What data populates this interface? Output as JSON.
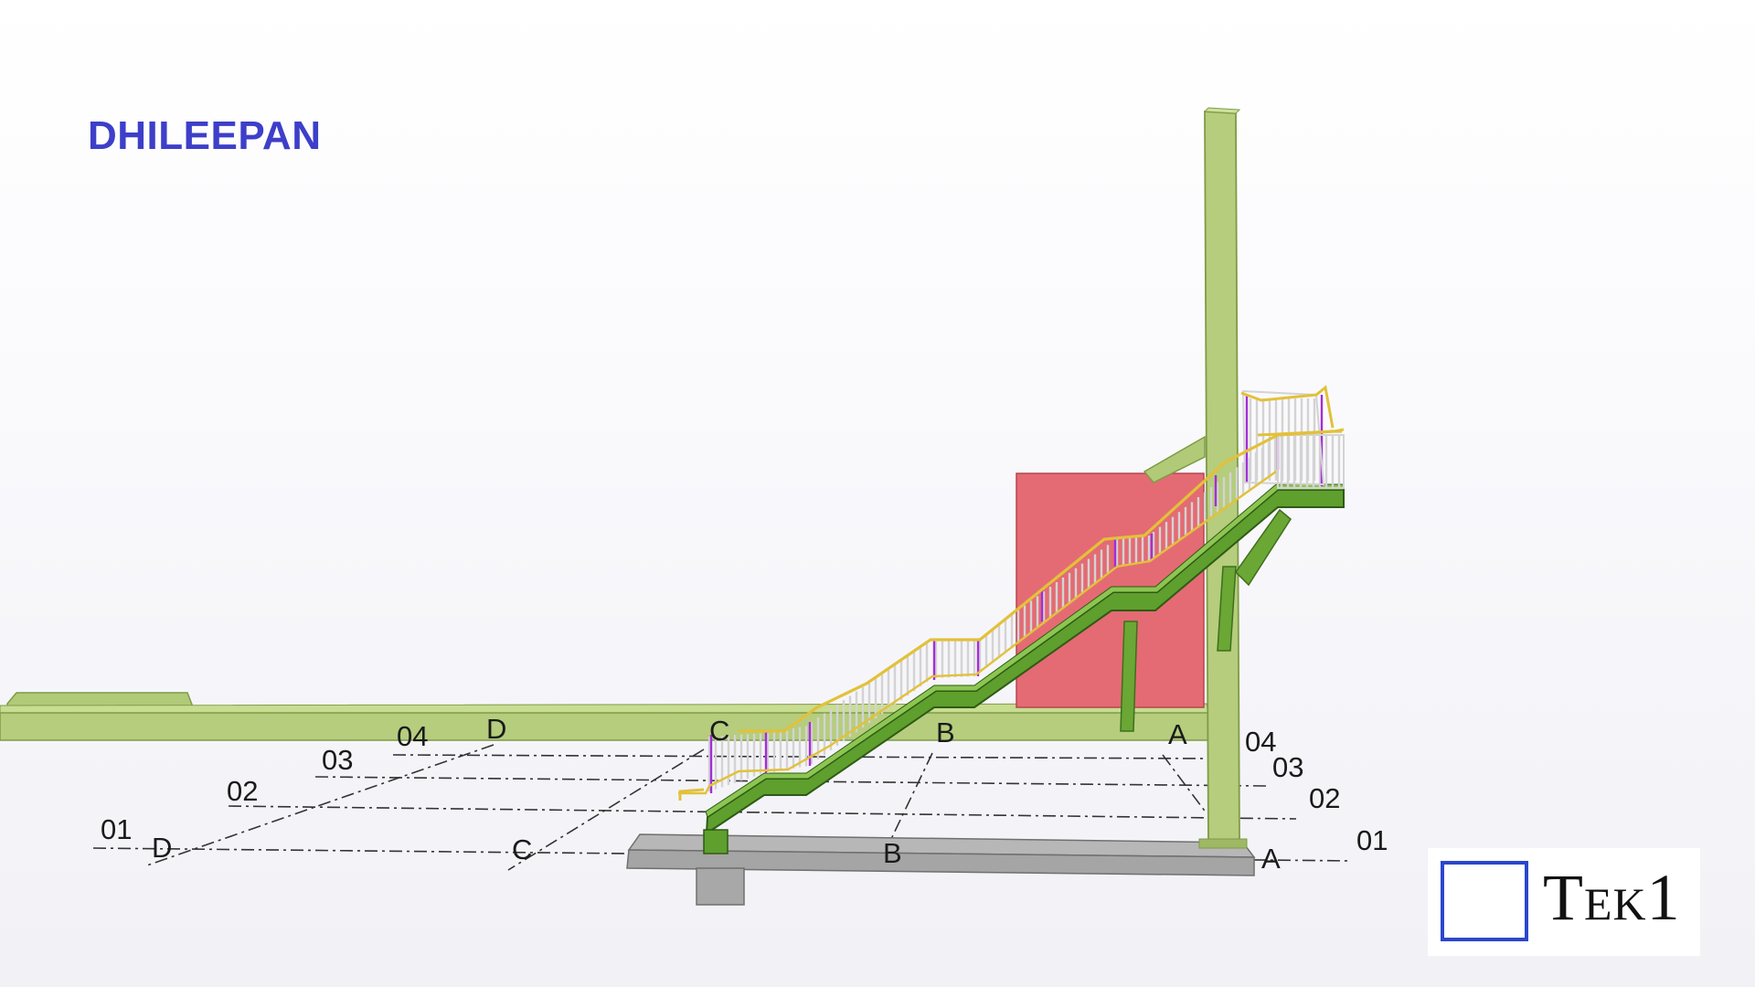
{
  "header": {
    "title": "DHILEEPAN"
  },
  "colors": {
    "title_blue": "#3d3fc9",
    "steel_green": "#b5cd7d",
    "stair_green": "#5e9f2e",
    "handrail_yellow": "#e2c13a",
    "baluster_grey": "#d3d3d3",
    "post_purple": "#a32ed6",
    "panel_red": "#e46b73",
    "concrete_grey": "#a5a5a5",
    "logo_blue": "#2b47cc"
  },
  "grid_labels": {
    "upper": {
      "d": "D",
      "c": "C",
      "b": "B",
      "a": "A"
    },
    "lower": {
      "d": "D",
      "c": "C",
      "b": "B",
      "a": "A"
    },
    "left_levels": {
      "l01": "01",
      "l02": "02",
      "l03": "03",
      "l04": "04"
    },
    "right_levels": {
      "l01": "01",
      "l02": "02",
      "l03": "03",
      "l04": "04"
    }
  },
  "logo": {
    "text": "Tek1"
  }
}
